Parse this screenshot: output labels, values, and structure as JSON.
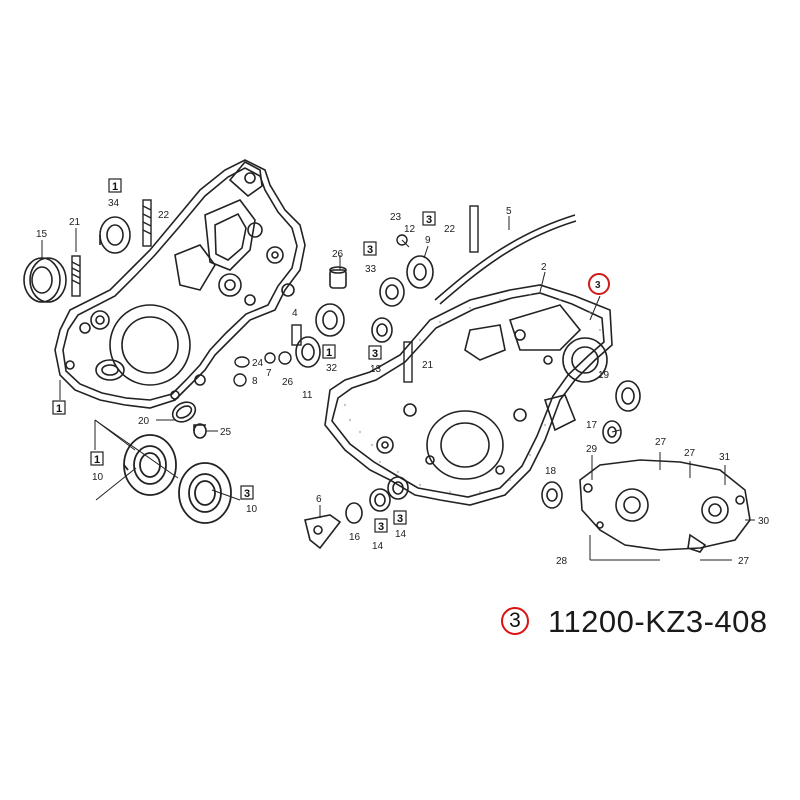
{
  "highlight": {
    "callout": "3",
    "part_number": "11200-KZ3-408",
    "color": "#d11a1a"
  },
  "labels": {
    "l15": "15",
    "l21a": "21",
    "l34": "34",
    "l22a": "22",
    "l1a": "1",
    "l20": "20",
    "l25": "25",
    "l10a": "10",
    "l10b": "10",
    "l1b": "1",
    "l3a": "3",
    "l26a": "26",
    "l4": "4",
    "l24": "24",
    "l8": "8",
    "l7": "7",
    "l26b": "26",
    "l11": "11",
    "l32": "32",
    "l1c": "1",
    "l23": "23",
    "l12": "12",
    "l9": "9",
    "l3b": "3",
    "l22b": "22",
    "l5": "5",
    "l2": "2",
    "l3c": "3",
    "l33": "33",
    "l3d": "3",
    "l13": "13",
    "l3e": "3",
    "l21b": "21",
    "l3f": "3",
    "l19": "19",
    "l17": "17",
    "l18": "18",
    "l29": "29",
    "l27a": "27",
    "l27b": "27",
    "l31": "31",
    "l30": "30",
    "l28": "28",
    "l27c": "27",
    "l6": "6",
    "l16": "16",
    "l14a": "14",
    "l14b": "14",
    "l3g": "3",
    "l3h": "3"
  }
}
